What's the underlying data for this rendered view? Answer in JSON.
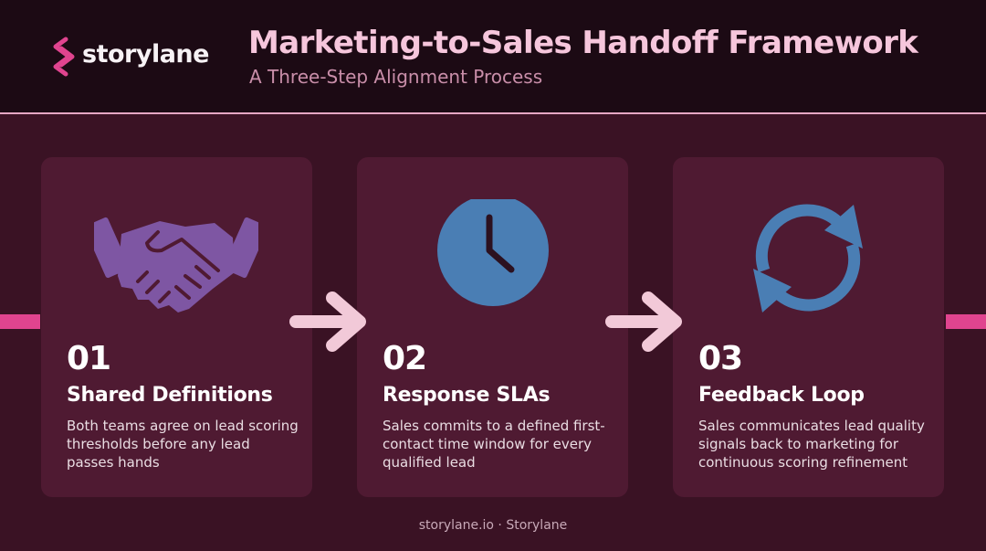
{
  "header": {
    "brand": "storylane",
    "title": "Marketing-to-Sales Handoff Framework",
    "subtitle": "A Three-Step Alignment Process"
  },
  "steps": [
    {
      "number": "01",
      "title": "Shared Definitions",
      "description": "Both teams agree on lead scoring thresholds before any lead passes hands",
      "icon": "handshake-icon",
      "icon_color": "#7e56a3"
    },
    {
      "number": "02",
      "title": "Response SLAs",
      "description": "Sales commits to a defined first-contact time window for every qualified lead",
      "icon": "clock-icon",
      "icon_color": "#4a7eb4"
    },
    {
      "number": "03",
      "title": "Feedback Loop",
      "description": "Sales communicates lead quality signals back to marketing for continuous scoring refinement",
      "icon": "refresh-cycle-icon",
      "icon_color": "#4a7eb4"
    }
  ],
  "footer": "storylane.io · Storylane",
  "colors": {
    "background": "#3a1224",
    "header": "#1c0a14",
    "card": "#4f1a32",
    "accent": "#e0448f",
    "title": "#f6c6dc",
    "arrow": "#f2c9d8"
  }
}
